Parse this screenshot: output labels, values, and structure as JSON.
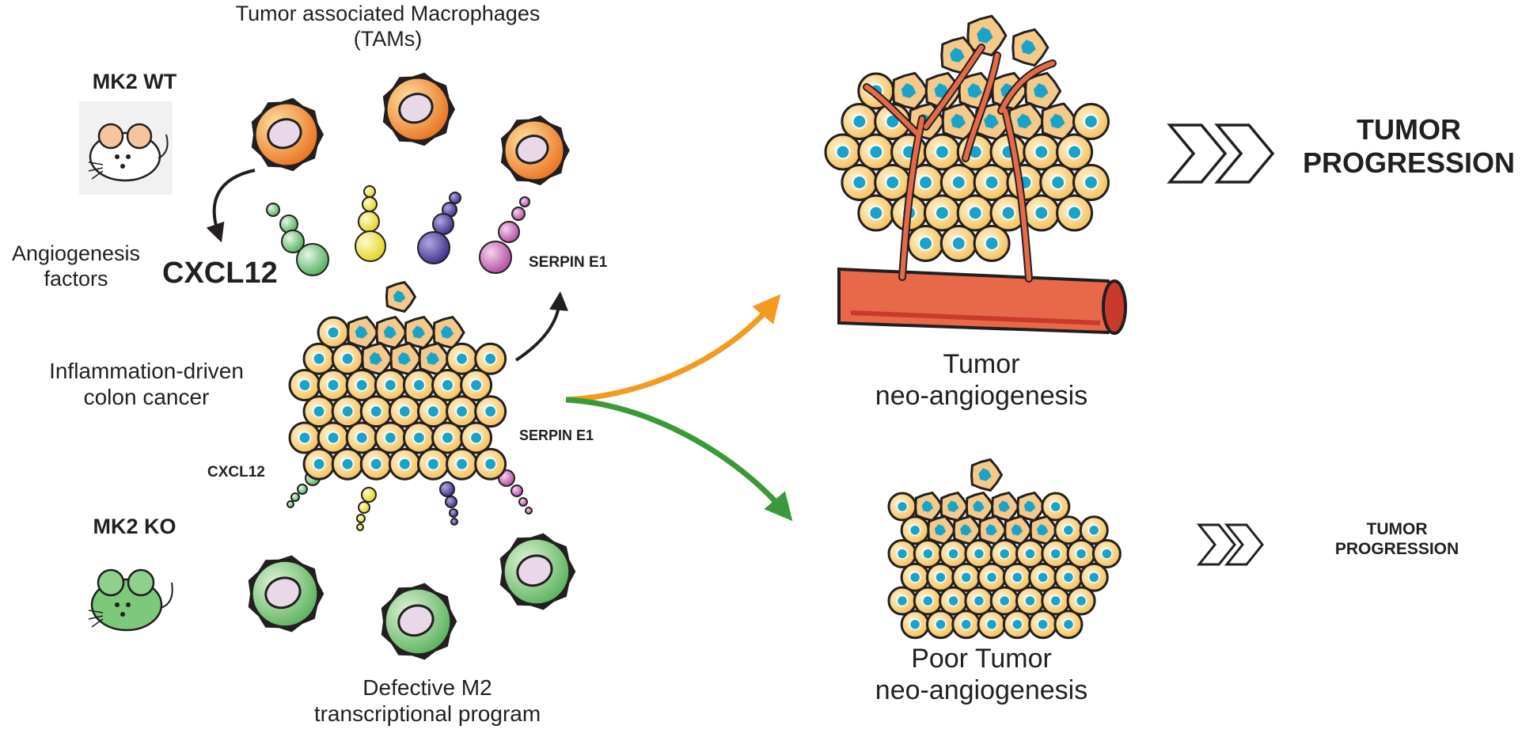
{
  "labels": {
    "tam_line1": "Tumor associated Macrophages",
    "tam_line2": "(TAMs)",
    "mk2_wt": "MK2 WT",
    "mk2_ko": "MK2 KO",
    "angio_line1": "Angiogenesis",
    "angio_line2": "factors",
    "cxcl12_big": "CXCL12",
    "cxcl12_small": "CXCL12",
    "serpin_top": "SERPIN E1",
    "serpin_bottom": "SERPIN E1",
    "inflam_line1": "Inflammation-driven",
    "inflam_line2": "colon cancer",
    "defect_line1": "Defective M2",
    "defect_line2": "transcriptional program",
    "neo_line1": "Tumor",
    "neo_line2": "neo-angiogenesis",
    "poor_line1": "Poor Tumor",
    "poor_line2": "neo-angiogenesis",
    "prog_big_line1": "TUMOR",
    "prog_big_line2": "PROGRESSION",
    "prog_small_line1": "TUMOR",
    "prog_small_line2": "PROGRESSION"
  },
  "colors": {
    "tam_orange": "#f07f1e",
    "tam_green": "#6cc46a",
    "cell_yellow": "#f6c05a",
    "nucleus_cyan": "#1aa3c8",
    "vessel_red": "#e56a4a",
    "arrow_orange": "#f39a21",
    "arrow_green": "#3a9a3a",
    "factor_green": "#6bbf73",
    "factor_yellow": "#f2e73a",
    "factor_purple": "#5b4aa7",
    "factor_magenta": "#c35ab1"
  },
  "icons": [
    "mouse-wt-icon",
    "mouse-ko-icon",
    "macrophage-icon",
    "tumor-cell-icon",
    "blood-vessel-icon",
    "chevron-arrow-icon"
  ]
}
